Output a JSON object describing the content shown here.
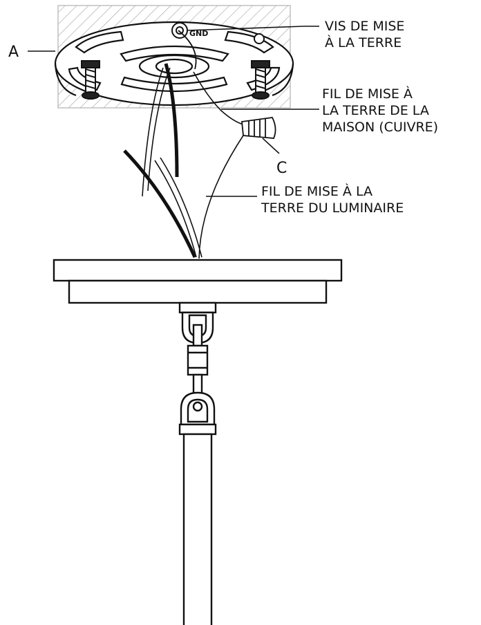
{
  "labels": {
    "a": "A",
    "c": "C",
    "gnd": "GND",
    "ground_screw_line1": "VIS DE MISE",
    "ground_screw_line2": "À LA TERRE",
    "house_wire_line1": "FIL DE MISE À",
    "house_wire_line2": "LA TERRE DE LA",
    "house_wire_line3": "MAISON (CUIVRE)",
    "fixture_wire_line1": "FIL DE MISE À LA",
    "fixture_wire_line2": "TERRE DU LUMINAIRE"
  },
  "colors": {
    "stroke": "#111111",
    "hatch": "#9a9a9a",
    "background": "#ffffff"
  }
}
